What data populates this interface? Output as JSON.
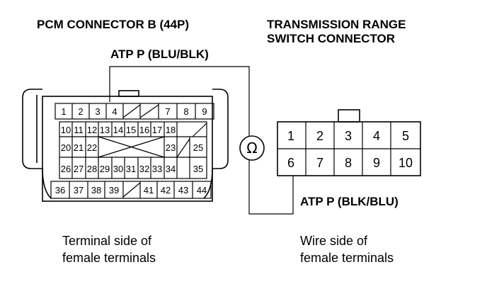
{
  "pcm_title": "PCM CONNECTOR B (44P)",
  "trs_title_line1": "TRANSMISSION RANGE",
  "trs_title_line2": "SWITCH CONNECTOR",
  "wire_top_label": "ATP P (BLU/BLK)",
  "wire_bottom_label": "ATP P (BLK/BLU)",
  "ohmmeter_symbol": "Ω",
  "caption_left_line1": "Terminal side of",
  "caption_left_line2": "female terminals",
  "caption_right_line1": "Wire side of",
  "caption_right_line2": "female terminals",
  "pcm_pins": {
    "p1": "1",
    "p2": "2",
    "p3": "3",
    "p4": "4",
    "p7": "7",
    "p8": "8",
    "p9": "9",
    "p10": "10",
    "p11": "11",
    "p12": "12",
    "p13": "13",
    "p14": "14",
    "p15": "15",
    "p16": "16",
    "p17": "17",
    "p18": "18",
    "p20": "20",
    "p21": "21",
    "p22": "22",
    "p23": "23",
    "p25": "25",
    "p26": "26",
    "p27": "27",
    "p28": "28",
    "p29": "29",
    "p30": "30",
    "p31": "31",
    "p32": "32",
    "p33": "33",
    "p34": "34",
    "p35": "35",
    "p36": "36",
    "p37": "37",
    "p38": "38",
    "p39": "39",
    "p41": "41",
    "p42": "42",
    "p43": "43",
    "p44": "44"
  },
  "trs_pins": [
    "1",
    "2",
    "3",
    "4",
    "5",
    "6",
    "7",
    "8",
    "9",
    "10"
  ]
}
